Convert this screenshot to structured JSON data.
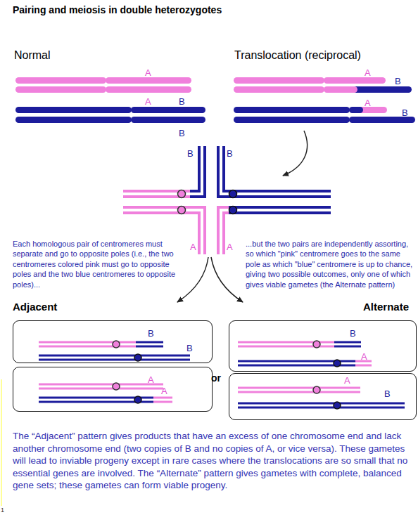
{
  "diagram": {
    "title": "Pairing and meiosis in double heterozygotes",
    "caption": "The “Adjacent” pattern gives products that have an excess of one chromosome end and lack another chromosome end (two copies of B and no copies of A, or vice versa). These gametes will lead to inviable progeny except in rare cases where the translocations are so small that no essential genes are involved. The “Alternate” pattern gives gametes with complete, balanced gene sets; these gametes can form viable progeny.",
    "nodes": [
      {
        "text": [
          "B",
          "B"
        ]
      },
      {
        "text": [
          "B",
          "A"
        ]
      },
      {
        "text": [
          "A",
          "A"
        ]
      },
      {
        "text": [
          "A",
          "B"
        ]
      }
    ],
    "labels": [
      "Normal",
      "Translocation (reciprocal)",
      "A",
      "A",
      "B",
      "B",
      "A",
      "B",
      "A",
      "B",
      "B",
      "B",
      "A",
      "A",
      "Each homologous pair of centromeres must separate and go to opposite poles (i.e., the two centromeres colored pink must go to opposite poles and the two blue centromeres to opposite poles)...",
      "...but the two pairs are independently assorting, so which \"pink\" centromere goes to the same pole as which \"blue\" centromere is up to chance, giving two possible outcomes, only one of which gives viable gametes (the Alternate pattern)",
      "Adjacent",
      "or",
      "Alternate",
      "1"
    ]
  }
}
